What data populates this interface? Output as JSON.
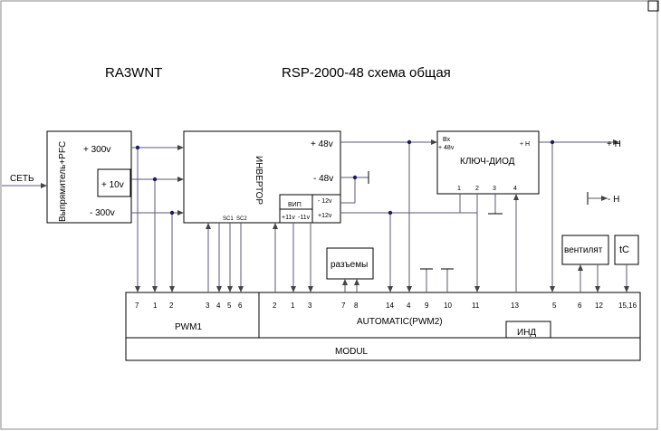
{
  "title": {
    "author": "RA3WNT",
    "heading": "RSP-2000-48 схема   общая"
  },
  "input": {
    "label": "СЕТЬ"
  },
  "rectifier": {
    "label": "Выпрямитель+PFC",
    "out_plus": "+ 300v",
    "out_mid": "+ 10v",
    "out_minus": "- 300v"
  },
  "inverter": {
    "label": "ИНВЕРТОР",
    "out_plus48": "+ 48v",
    "out_minus48": "- 48v",
    "sc1": "SC1",
    "sc2": "SC2"
  },
  "vip": {
    "label": "ВИП",
    "minus12": "- 12v",
    "plus12": "+12v",
    "plus11": "+11v",
    "minus11": "-11v"
  },
  "key_diode": {
    "label": "КЛЮЧ-ДИОД",
    "in_label": "Вх",
    "in_voltage": "+ 48v",
    "out_label": "+ H",
    "pins": [
      "1",
      "2",
      "3",
      "4"
    ]
  },
  "outputs": {
    "plus_h": "+ H",
    "minus_h": "- H"
  },
  "connectors": {
    "label": "разъемы"
  },
  "fan": {
    "label": "вентилят"
  },
  "temp": {
    "label": "tC"
  },
  "modul": {
    "label": "MODUL",
    "pwm1_label": "PWM1",
    "auto_label": "AUTOMATIC(PWM2)",
    "ind_label": "ИНД",
    "pwm1_pins": [
      "7",
      "1",
      "2",
      "3",
      "4",
      "5",
      "6"
    ],
    "auto_pins": [
      "2",
      "1",
      "3",
      "7",
      "8",
      "14",
      "4",
      "9",
      "10",
      "11",
      "13",
      "5",
      "6",
      "12",
      "15,16"
    ]
  }
}
